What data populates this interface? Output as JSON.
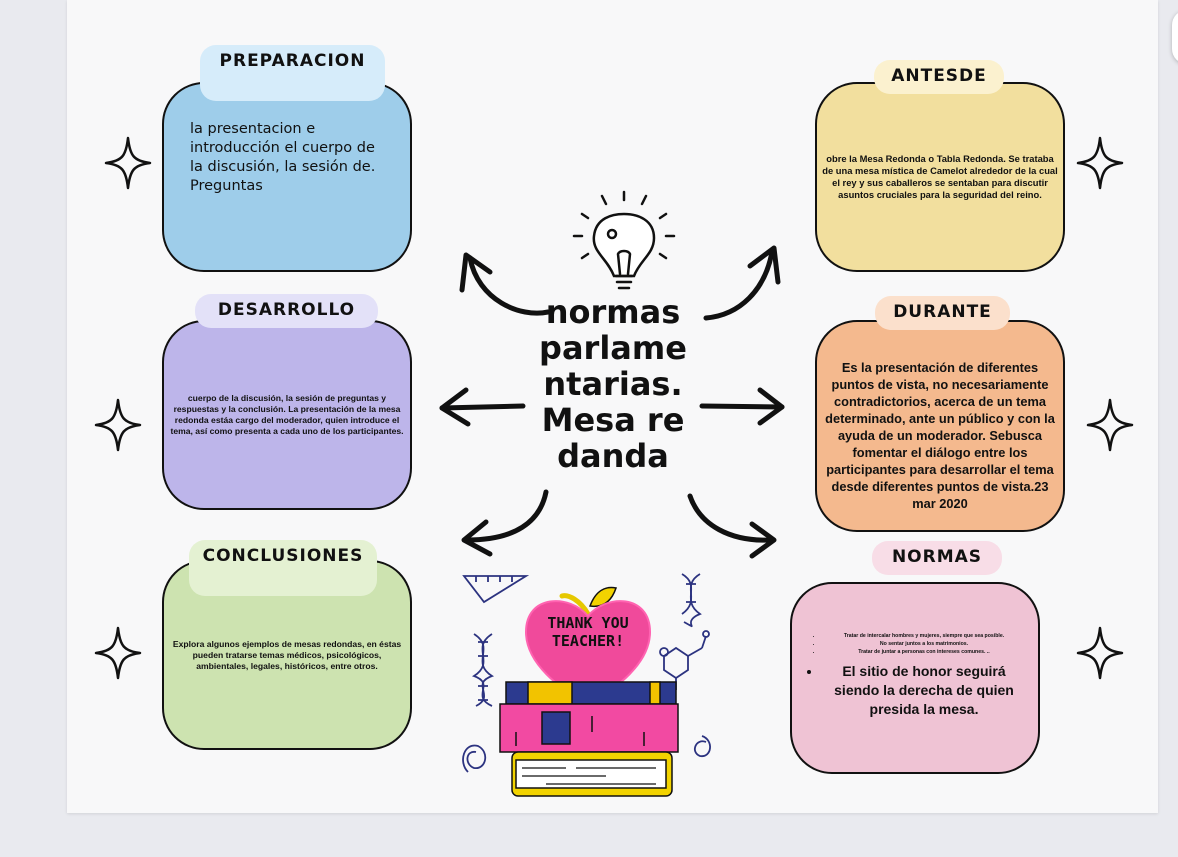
{
  "center": {
    "title": "normas parlamentarias. Mesa redanda"
  },
  "nodes": {
    "preparacion": {
      "label": "PREPARACION",
      "text": "la presentacion e introducción el cuerpo de la discusión, la sesión de. Preguntas"
    },
    "desarrollo": {
      "label": "DESARROLLO",
      "text": "cuerpo de la discusión, la sesión de preguntas y respuestas y la conclusión. La presentación de la mesa redonda estáa cargo del moderador, quien introduce el tema, así como presenta a cada uno de los participantes."
    },
    "conclusiones": {
      "label": "CONCLUSIONES",
      "text": "Explora algunos ejemplos de mesas redondas, en éstas pueden tratarse temas médicos, psicológicos, ambientales, legales, históricos, entre otros."
    },
    "antesde": {
      "label": "ANTESDE",
      "text": "obre la Mesa Redonda o Tabla Redonda. Se trataba de una mesa mística de Camelot alrededor de la cual el rey y sus caballeros se sentaban para discutir asuntos cruciales para la seguridad del reino."
    },
    "durante": {
      "label": "DURANTE",
      "text": "Es la presentación de diferentes puntos de vista, no necesariamente contradictorios, acerca de un tema determinado, ante un público y con la ayuda de un moderador. Sebusca fomentar el diálogo entre los participantes para desarrollar el tema desde diferentes puntos de vista.23 mar 2020"
    },
    "normas": {
      "label": "NORMAS",
      "items": [
        "Tratar de intercalar hombres y mujeres, siempre que sea posible.",
        "No sentar juntos a los matrimonios.",
        "Tratar de juntar a personas con intereses comunes. ..",
        "El sitio de honor seguirá siendo la derecha de quien presida la mesa."
      ]
    }
  },
  "illustration": {
    "apple_text_line1": "THANK YOU",
    "apple_text_line2": "TEACHER!"
  },
  "icons": [
    "lightbulb-icon",
    "sparkle-icon",
    "arrow-icon",
    "books-icon",
    "apple-icon",
    "dna-icon",
    "ruler-icon",
    "molecule-icon",
    "spiral-icon"
  ],
  "colors": {
    "preparacion": "#9ecdea",
    "preparacion_label": "#d6ecfa",
    "desarrollo": "#bdb5ea",
    "desarrollo_label": "#e3e1f8",
    "conclusiones": "#cde3b0",
    "conclusiones_label": "#e4f1d2",
    "antesde": "#f2df9e",
    "antesde_label": "#fbf1cf",
    "durante": "#f4b98e",
    "durante_label": "#fbe0cc",
    "normas": "#efc3d4",
    "normas_label": "#f8dde7"
  }
}
